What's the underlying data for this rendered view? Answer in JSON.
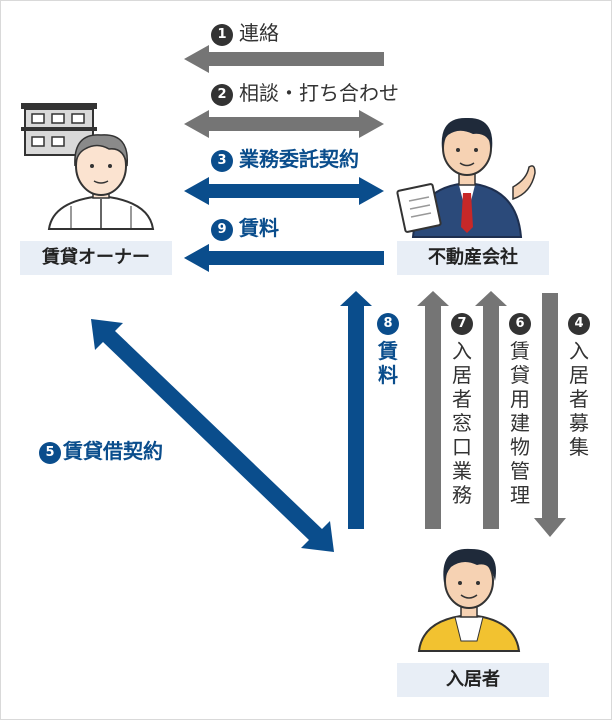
{
  "colors": {
    "gray_arrow": "#757575",
    "blue_arrow": "#0a4d8c",
    "label_bg": "#e8eef6",
    "text_dark": "#333333"
  },
  "parties": {
    "owner": {
      "label": "賃貸オーナー"
    },
    "company": {
      "label": "不動産会社"
    },
    "tenant": {
      "label": "入居者"
    }
  },
  "flows": {
    "f1": {
      "num": "1",
      "text": "連絡"
    },
    "f2": {
      "num": "2",
      "text": "相談・打ち合わせ"
    },
    "f3": {
      "num": "3",
      "text": "業務委託契約"
    },
    "f9": {
      "num": "9",
      "text": "賃料"
    },
    "f5": {
      "num": "5",
      "text": "賃貸借契約"
    },
    "f8": {
      "num": "8",
      "text": "賃料"
    },
    "f7": {
      "num": "7",
      "text": "入居者窓口業務"
    },
    "f6": {
      "num": "6",
      "text": "賃貸用建物管理"
    },
    "f4": {
      "num": "4",
      "text": "入居者募集"
    }
  },
  "icons": [
    "apartment-building-icon",
    "owner-person-icon",
    "businessman-icon",
    "tenant-person-icon"
  ]
}
